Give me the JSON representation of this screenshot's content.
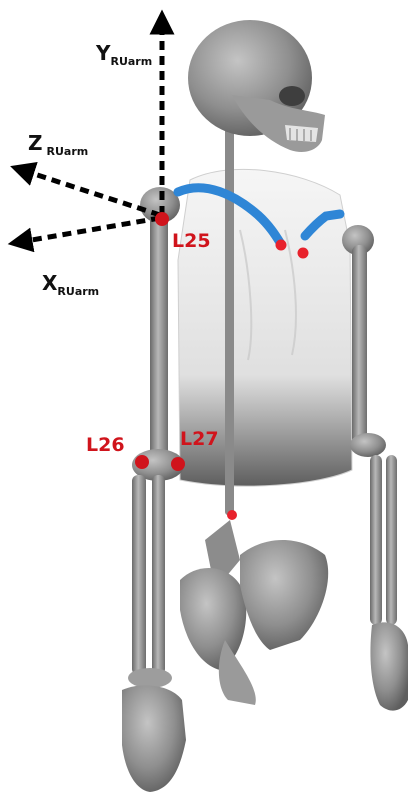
{
  "axes": {
    "y": {
      "main": "Y",
      "sub": "RUarm"
    },
    "z": {
      "main": "Z",
      "sub": "RUarm"
    },
    "x": {
      "main": "X",
      "sub": "RUarm"
    }
  },
  "landmarks": {
    "l25": "L25",
    "l26": "L26",
    "l27": "L27"
  },
  "colors": {
    "bone": "#8e8e8e",
    "landmark": "#d0141c",
    "clavicle": "#2f86d6",
    "axis": "#000000"
  }
}
